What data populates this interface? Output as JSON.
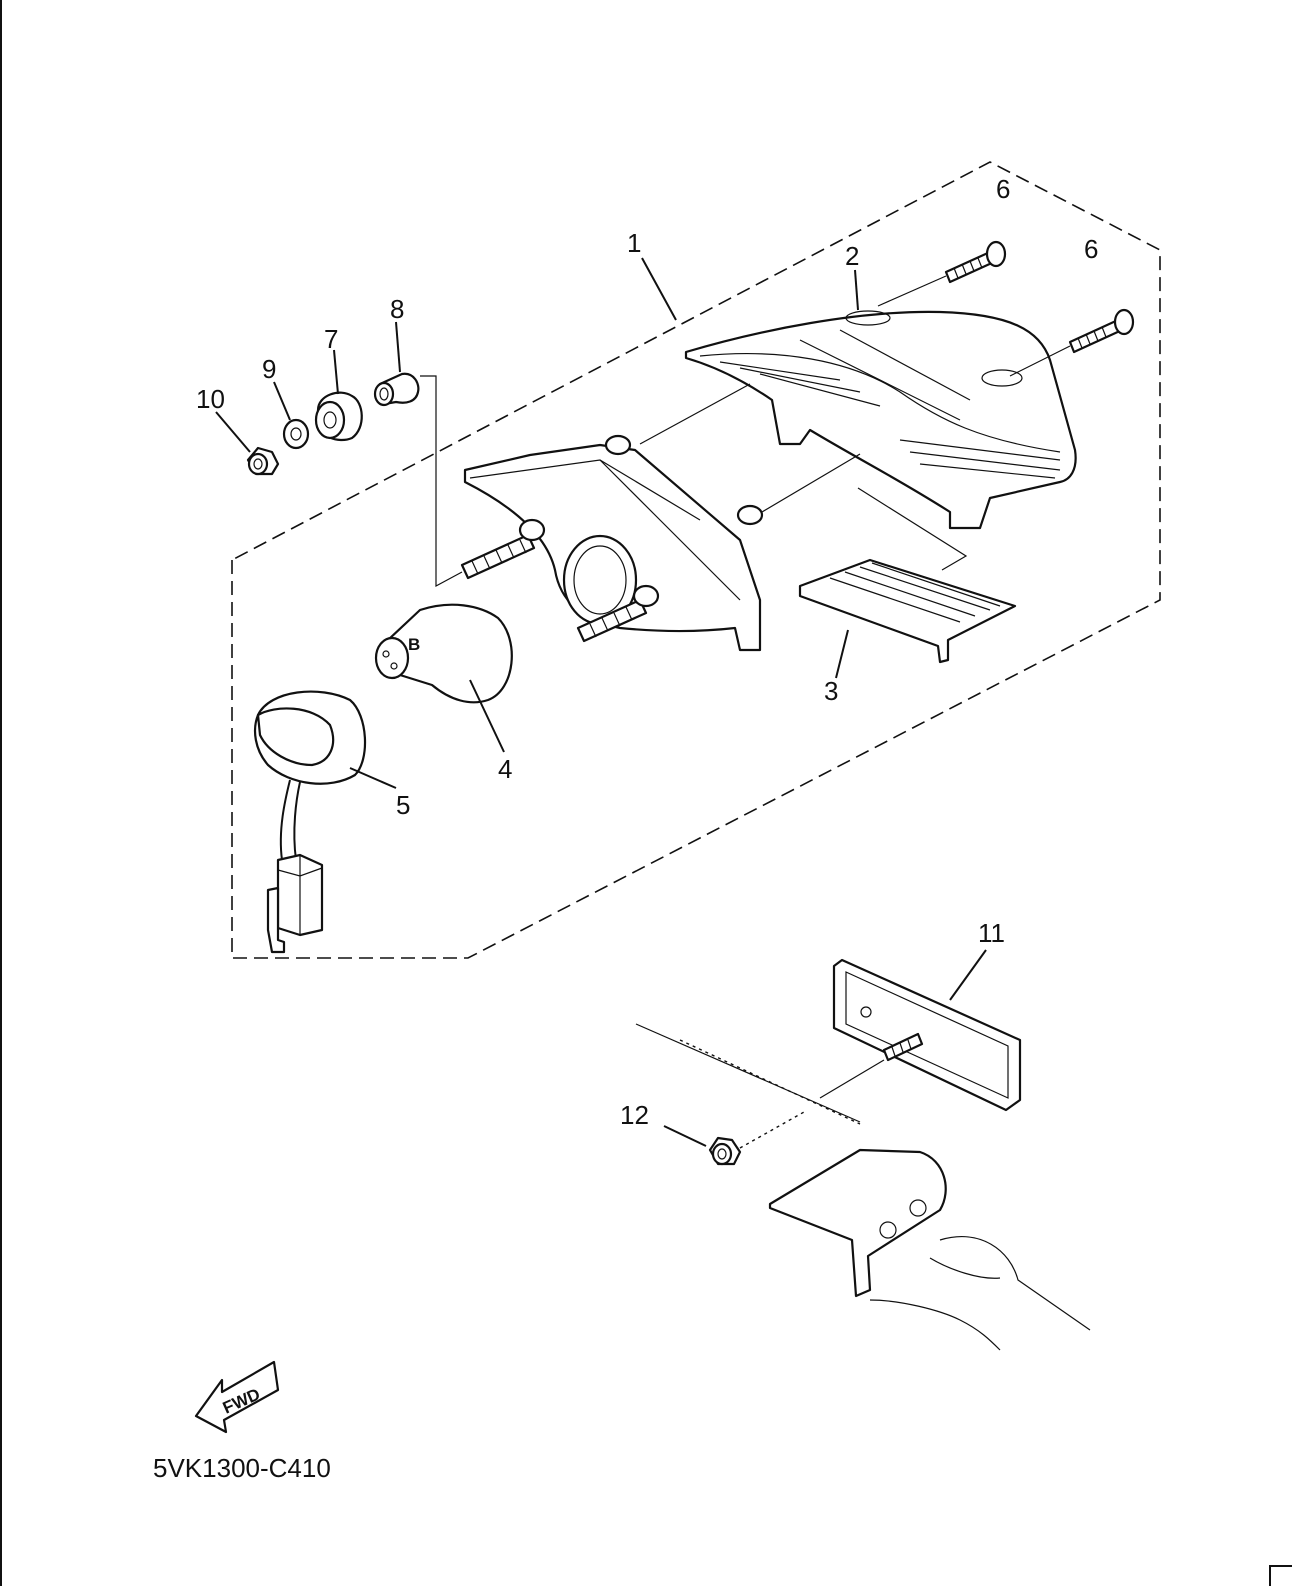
{
  "diagram": {
    "callouts": [
      "1",
      "2",
      "3",
      "4",
      "5",
      "6",
      "6",
      "7",
      "8",
      "9",
      "10",
      "11",
      "12"
    ],
    "direction_label": "FWD",
    "drawing_code": "5VK1300-C410"
  }
}
